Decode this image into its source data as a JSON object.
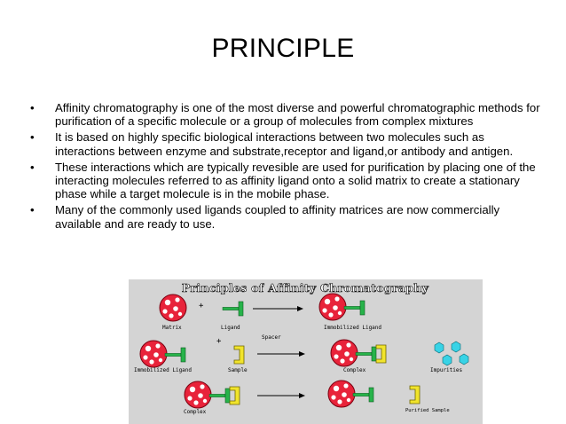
{
  "slide": {
    "title": "PRINCIPLE",
    "bullet_glyph": "•",
    "bullets": [
      "Affinity chromatography is one of the most diverse and powerful chromatographic methods for purification of a specific molecule or a group of molecules from complex mixtures",
      "It is based on highly specific biological interactions between two molecules such as interactions between enzyme and substrate,receptor and ligand,or antibody and antigen.",
      "These interactions which are typically revesible are used for purification by placing one of the interacting molecules referred to as affinity ligand onto a solid matrix to create a stationary phase while a target molecule is in the mobile phase.",
      "Many of the commonly used ligands coupled to affinity matrices are now commercially available and are  ready to use."
    ]
  },
  "diagram": {
    "title": "Principles of Affinity Chromatography",
    "plus": "+",
    "labels": {
      "matrix": "Matrix",
      "ligand": "Ligand",
      "immobilized_ligand": "Immobilized Ligand",
      "spacer": "Spacer",
      "immobilized_ligand_2": "Immobilized Ligand",
      "sample": "Sample",
      "complex": "Complex",
      "impurities": "Impurities",
      "complex_2": "Complex",
      "purified_sample": "Purified Sample"
    },
    "colors": {
      "background": "#d4d4d4",
      "matrix": "#e8233a",
      "ligand": "#27b34a",
      "sample": "#f1e42c",
      "impurities": "#38d3e6"
    }
  }
}
